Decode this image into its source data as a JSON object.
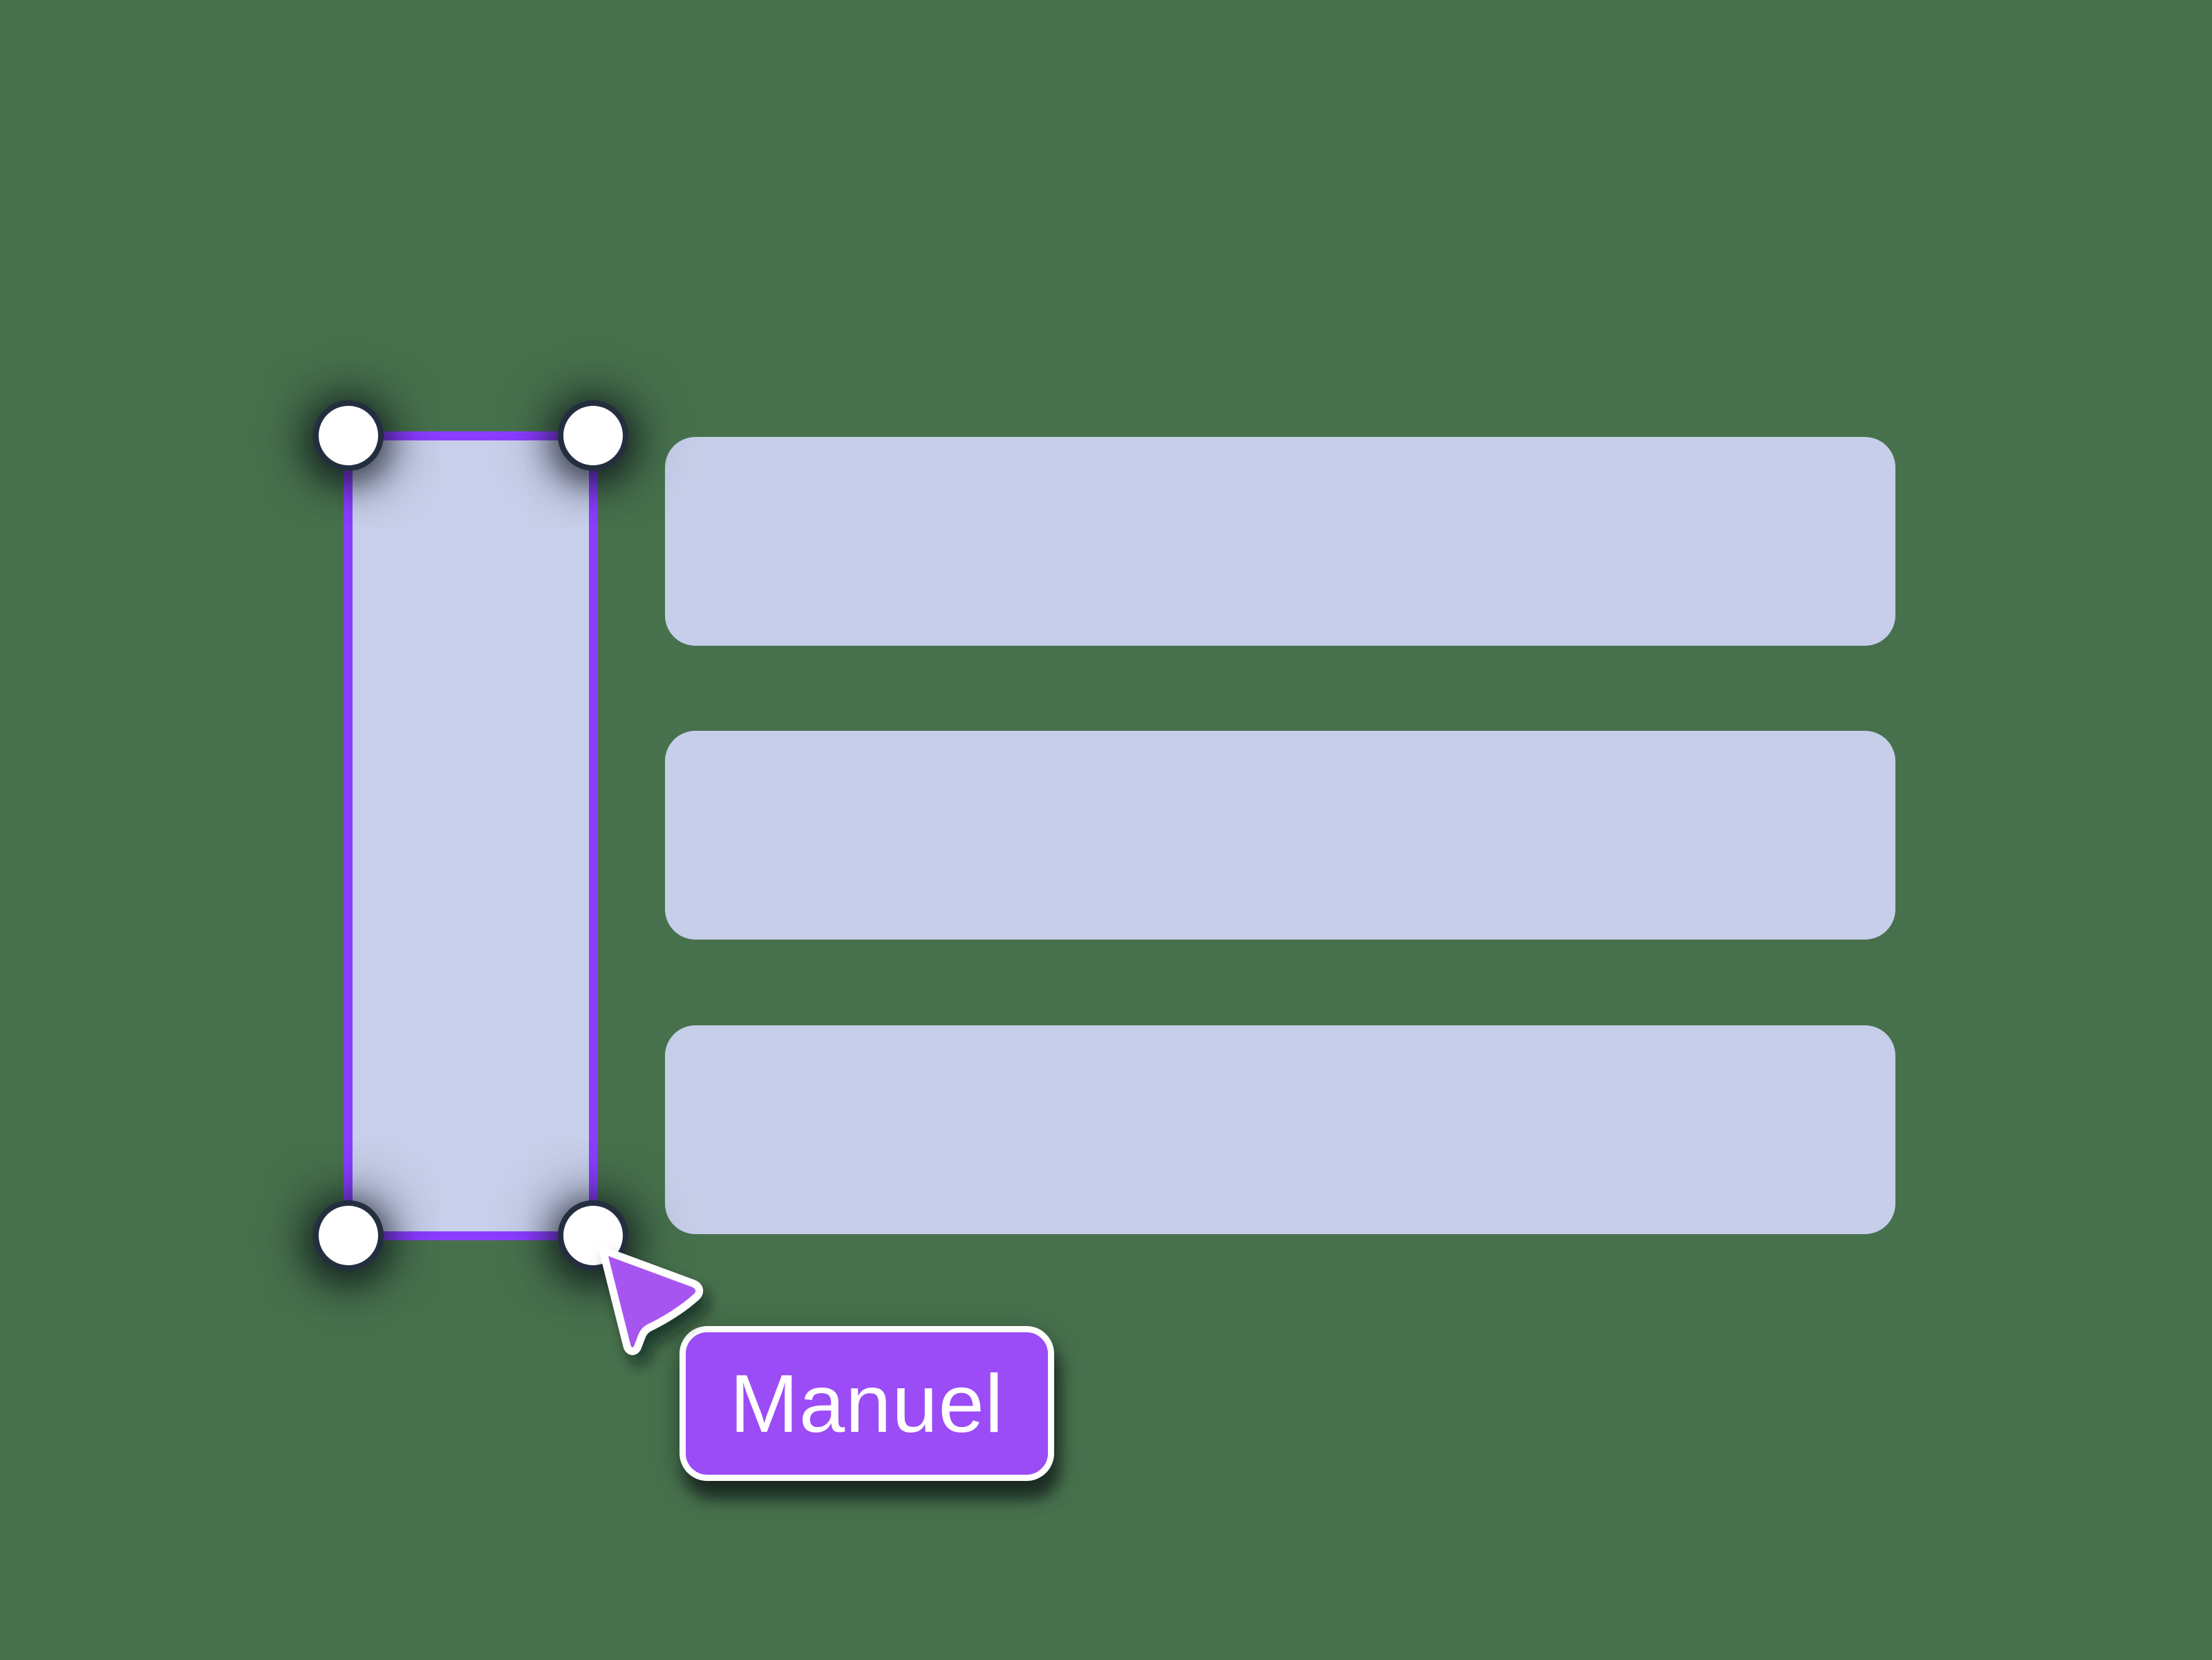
{
  "scene": {
    "description": "Design canvas collaboration illustration: a collaborator named Manuel has selected a vertical block next to three content bars",
    "collaborator_label": "Manuel"
  },
  "colors": {
    "canvas_background": "#47714D",
    "block_fill": "#C6CEE9",
    "selection_fill": "#C8CFEA",
    "selection_border": "#8B3DFF",
    "handle_fill": "#FFFFFF",
    "handle_ring": "#232E3F",
    "cursor_fill": "#A755F0",
    "cursor_outline": "#FFFFFF",
    "badge_fill": "#9C4CF6",
    "badge_border": "#FFFFFF",
    "badge_text": "#FFFFFF"
  },
  "selection": {
    "handle_names": [
      "top-left",
      "top-right",
      "bottom-left",
      "bottom-right"
    ]
  },
  "content_blocks": {
    "count": 3
  }
}
